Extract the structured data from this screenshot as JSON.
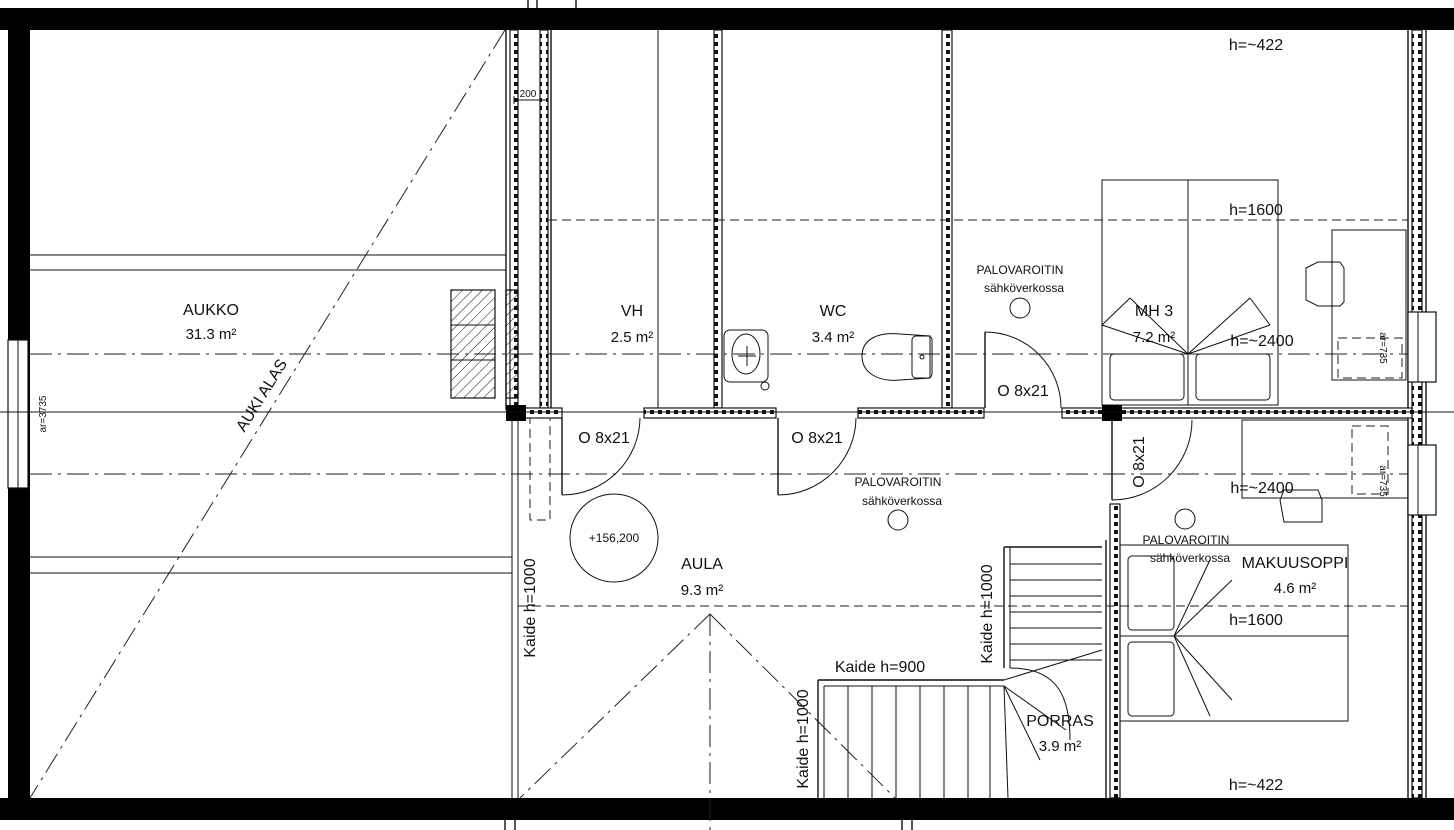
{
  "rooms": {
    "aukko": {
      "name": "AUKKO",
      "area": "31.3 m²"
    },
    "vh": {
      "name": "VH",
      "area": "2.5 m²"
    },
    "wc": {
      "name": "WC",
      "area": "3.4 m²"
    },
    "mh3": {
      "name": "MH 3",
      "area": "7.2 m²"
    },
    "aula": {
      "name": "AULA",
      "area": "9.3 m²"
    },
    "makuusoppi": {
      "name": "MAKUUSOPPI",
      "area": "4.6 m²"
    },
    "porras": {
      "name": "PORRAS",
      "area": "3.9 m²"
    }
  },
  "labels": {
    "aukialas": "AUKI ALAS",
    "level": "+156,200",
    "dim_200": "200",
    "door": "O 8x21",
    "smoke_title": "PALOVAROITIN",
    "smoke_sub": "sähköverkossa",
    "h422": "h=~422",
    "h1600": "h=1600",
    "h2400": "h=~2400",
    "kaide1000": "Kaide h=1000",
    "kaide900": "Kaide h=900",
    "ar3735": "ar=3735",
    "ar735": "ar=735"
  }
}
